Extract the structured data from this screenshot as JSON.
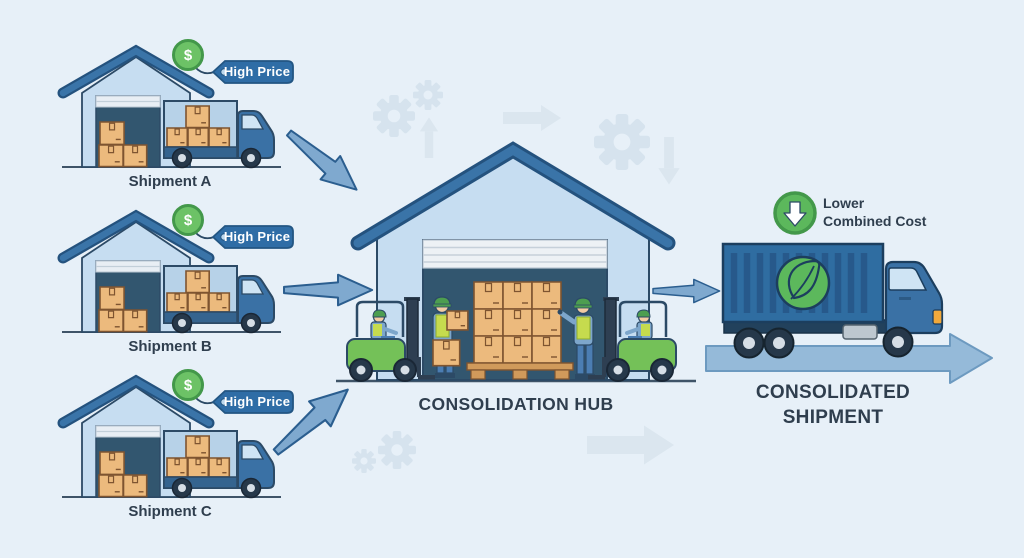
{
  "shipments": [
    {
      "label": "Shipment A",
      "price_tag": "High Price",
      "currency_symbol": "$"
    },
    {
      "label": "Shipment B",
      "price_tag": "High Price",
      "currency_symbol": "$"
    },
    {
      "label": "Shipment C",
      "price_tag": "High Price",
      "currency_symbol": "$"
    }
  ],
  "hub": {
    "label": "CONSOLIDATION HUB"
  },
  "consolidated": {
    "label": "CONSOLIDATED SHIPMENT",
    "badge_line1": "Lower",
    "badge_line2": "Combined Cost"
  },
  "colors": {
    "bg": "#e7f0f8",
    "text_dark": "#2f3e4e",
    "primary_blue": "#3a74a8",
    "roof_edge": "#24527e",
    "wall_light": "#c6ddf1",
    "door_navy": "#32566f",
    "crate_tan": "#ecba7d",
    "crate_outline": "#7e5430",
    "coin_green": "#6cc266",
    "tag_blue": "#2f6da6",
    "flow_arrow_blue": "#7fa9cf",
    "container_blue": "#2f6da1",
    "leaf_green": "#5cb85c",
    "forklift_green": "#74c158",
    "vest_green": "#c6db4e",
    "road_arrow_blue": "#95bad9",
    "faint_decor": "#d9e4ee"
  }
}
